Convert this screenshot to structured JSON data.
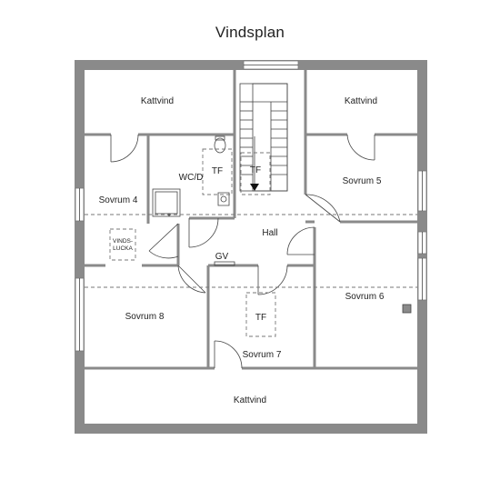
{
  "title": "Vindsplan",
  "rooms": {
    "kattvind_top_left": "Kattvind",
    "kattvind_top_right": "Kattvind",
    "kattvind_bottom": "Kattvind",
    "sovrum_4": "Sovrum 4",
    "sovrum_5": "Sovrum 5",
    "sovrum_6": "Sovrum 6",
    "sovrum_7": "Sovrum 7",
    "sovrum_8": "Sovrum 8",
    "wc_d": "WC/D",
    "hall": "Hall"
  },
  "markers": {
    "tf_wc": "TF",
    "tf_stair": "TF",
    "tf_sovrum7": "TF",
    "gv": "GV",
    "vindslucka_line1": "VINDS-",
    "vindslucka_line2": "LUCKA"
  }
}
